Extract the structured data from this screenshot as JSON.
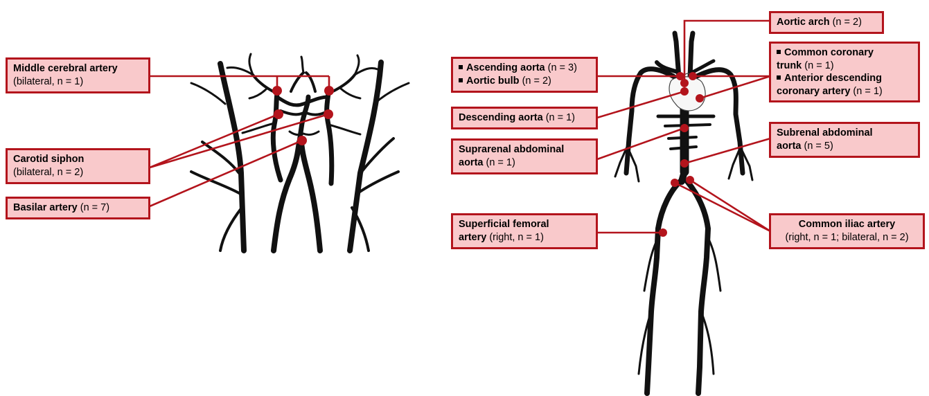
{
  "colors": {
    "callout_fill": "#f9c9cb",
    "callout_border": "#b3141c",
    "leader": "#b3141c",
    "vessel": "#111111"
  },
  "labels": {
    "mca": {
      "name": "Middle cerebral artery",
      "detail": "(bilateral, n = 1)"
    },
    "carotid": {
      "name": "Carotid siphon",
      "detail": "(bilateral, n = 2)"
    },
    "basilar": {
      "name": "Basilar artery",
      "detail": "(n = 7)"
    },
    "aortic_arch": {
      "name": "Aortic arch",
      "detail": "(n = 2)"
    },
    "ascending": {
      "name": "Ascending aorta",
      "detail": "(n = 3)"
    },
    "bulb": {
      "name": "Aortic bulb",
      "detail": "(n = 2)"
    },
    "coronary_trunk": {
      "name_1": "Common coronary",
      "name_2": "trunk",
      "detail": "(n = 1)"
    },
    "anterior_desc": {
      "name_1": "Anterior descending",
      "name_2": "coronary artery",
      "detail": "(n = 1)"
    },
    "descending": {
      "name": "Descending aorta",
      "detail": "(n = 1)"
    },
    "suprarenal": {
      "name_1": "Suprarenal abdominal",
      "name_2": "aorta",
      "detail": "(n = 1)"
    },
    "subrenal": {
      "name_1": "Subrenal abdominal",
      "name_2": "aorta",
      "detail": "(n = 5)"
    },
    "femoral": {
      "name_1": "Superficial femoral",
      "name_2": "artery",
      "detail": "(right, n = 1)"
    },
    "iliac": {
      "name": "Common iliac artery",
      "detail": "(right, n = 1; bilateral, n = 2)"
    }
  }
}
